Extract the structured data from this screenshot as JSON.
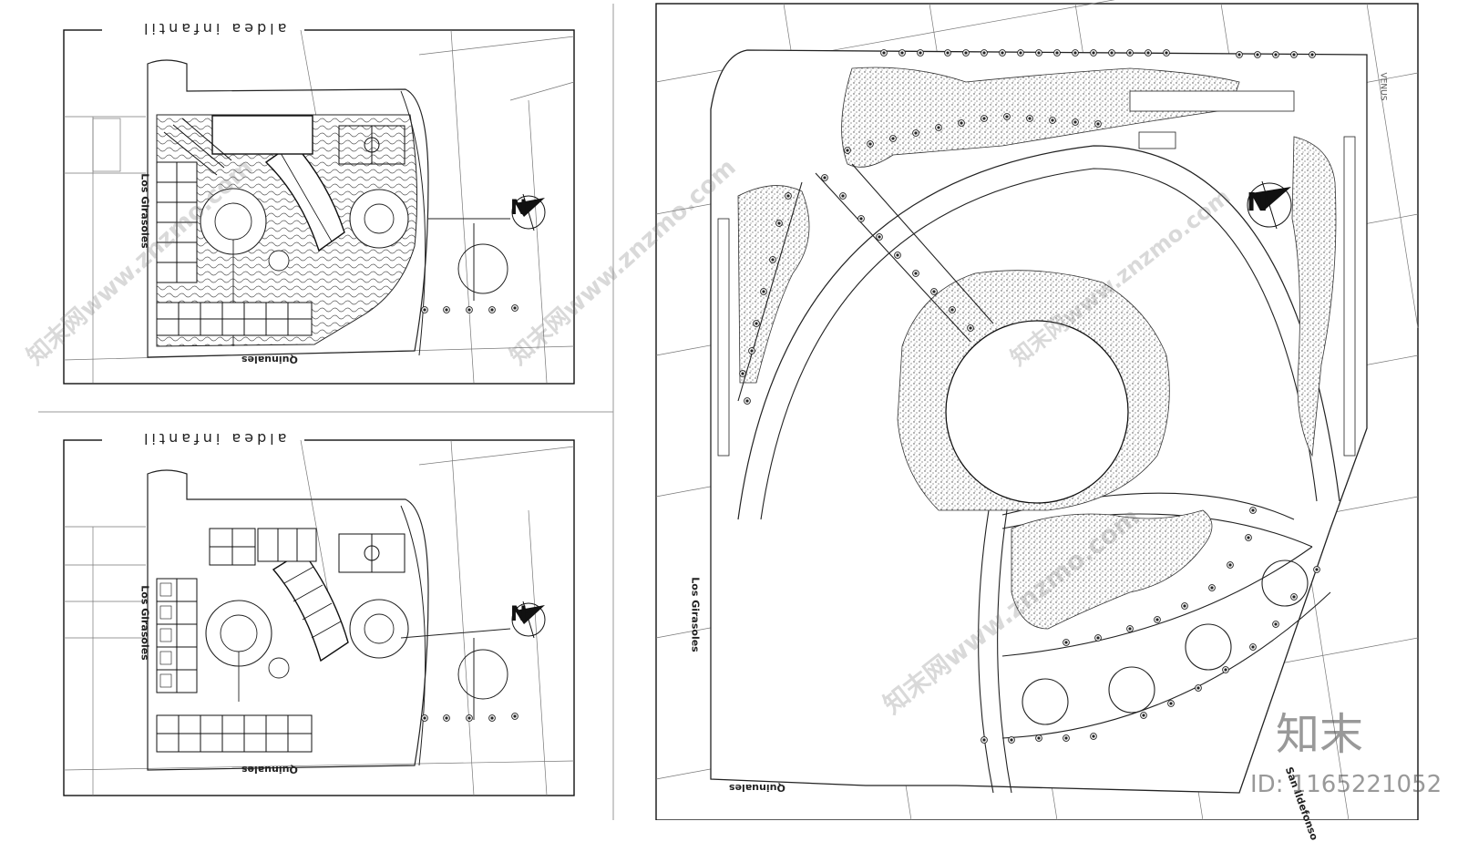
{
  "top_plan": {
    "title": "aldea infantil",
    "street_left": "Los Girasoles",
    "street_bottom": "Quinuales",
    "north_label": "N"
  },
  "bottom_plan": {
    "title": "aldea infantil",
    "street_left": "Los Girasoles",
    "street_bottom": "Quinuales",
    "north_label": "N"
  },
  "park_plan": {
    "street_left": "Los Girasoles",
    "street_bottom": "Quinuales",
    "street_top_right": "VENUS",
    "street_bottom_right": "San Ildefonso",
    "north_label": "N"
  },
  "watermark": {
    "text": "知末网www.znzmo.com",
    "brand": "知末",
    "id": "ID: 1165221052"
  },
  "colors": {
    "line": "#222222",
    "hatch": "#555555",
    "background": "#ffffff"
  }
}
